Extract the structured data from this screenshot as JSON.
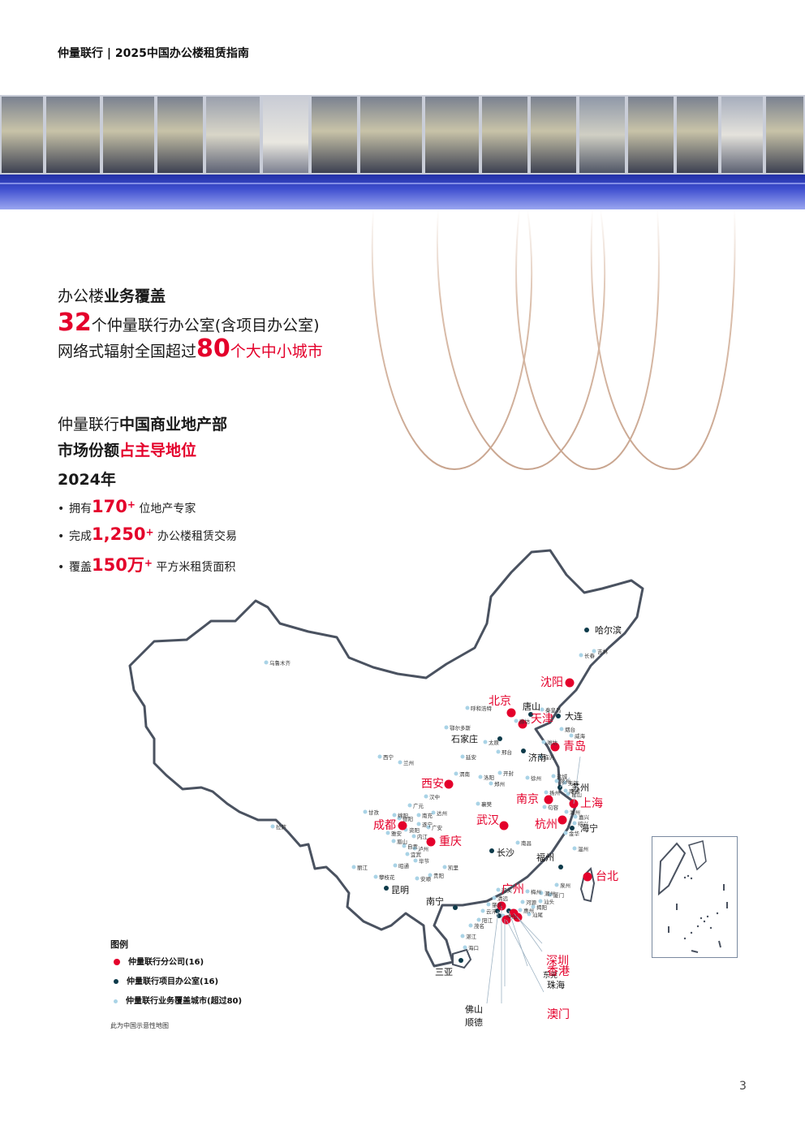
{
  "header": {
    "title": "仲量联行 | 2025中国办公楼租赁指南"
  },
  "coverage": {
    "title_prefix": "办公楼",
    "title_bold": "业务覆盖",
    "line1_number": "32",
    "line1_text": "个仲量联行办公室(含项目办公室)",
    "line2_text": "网络式辐射全国超过",
    "line2_number": "80",
    "line2_suffix": "个大中小城市"
  },
  "market": {
    "line1_prefix": "仲量联行",
    "line1_bold": "中国商业地产部",
    "line2_bold": "市场份额",
    "line2_red": "占主导地位",
    "year": "2024年",
    "bullets": [
      {
        "pre": "拥有",
        "num": "170",
        "sup": "+",
        "post": "位地产专家"
      },
      {
        "pre": "完成",
        "num": "1,250",
        "sup": "+",
        "post": "办公楼租赁交易"
      },
      {
        "pre": "覆盖",
        "num": "150万",
        "sup": "+",
        "post": "平方米租赁面积"
      }
    ]
  },
  "legend": {
    "title": "图例",
    "items": [
      {
        "label": "仲量联行分公司(16)",
        "color": "#e4002b"
      },
      {
        "label": "仲量联行项目办公室(16)",
        "color": "#0d3a4a"
      },
      {
        "label": "仲量联行业务覆盖城市(超过80)",
        "color": "#a9d3e6"
      }
    ],
    "note": "此为中国示意性地图"
  },
  "map": {
    "branch_offices": [
      "沈阳",
      "北京",
      "天津",
      "青岛",
      "西安",
      "南京",
      "上海",
      "成都",
      "武汉",
      "杭州",
      "重庆",
      "台北",
      "广州",
      "深圳",
      "香港",
      "澳门"
    ],
    "project_offices": [
      "哈尔滨",
      "唐山",
      "大连",
      "石家庄",
      "济南",
      "苏州",
      "海宁",
      "长沙",
      "福州",
      "昆明",
      "南宁",
      "三亚",
      "东莞",
      "珠海",
      "佛山",
      "顺德"
    ],
    "coverage_cities": [
      "乌鲁木齐",
      "长春",
      "吉林",
      "秦皇岛",
      "呼和浩特",
      "廊坊",
      "鄂尔多斯",
      "烟台",
      "威海",
      "太原",
      "邢台",
      "潍坊",
      "西宁",
      "兰州",
      "延安",
      "临沂",
      "渭南",
      "洛阳",
      "开封",
      "常州",
      "无锡",
      "徐州",
      "郑州",
      "盐城",
      "汉中",
      "南通",
      "扬州",
      "昆山",
      "广元",
      "襄樊",
      "湖州",
      "拉萨",
      "甘孜",
      "绵阳",
      "德阳",
      "南充",
      "达州",
      "句容",
      "嘉兴",
      "绍兴",
      "雅安",
      "遂宁",
      "广安",
      "金华",
      "眉山",
      "内江",
      "资阳",
      "温州",
      "自贡",
      "泸州",
      "南昌",
      "宜宾",
      "昭通",
      "毕节",
      "凯里",
      "丽江",
      "攀枝花",
      "贵阳",
      "安顺",
      "泉州",
      "韶关",
      "梅州",
      "潮州",
      "厦门",
      "清远",
      "汕头",
      "肇庆",
      "揭阳",
      "河源",
      "云浮",
      "汕尾",
      "阳江",
      "惠州",
      "茂名",
      "湛江",
      "中山",
      "海口"
    ],
    "colors": {
      "branch": "#e4002b",
      "project": "#0d3a4a",
      "coverage": "#a9d3e6",
      "border": "#4a5260"
    }
  },
  "page": {
    "number": "3"
  }
}
